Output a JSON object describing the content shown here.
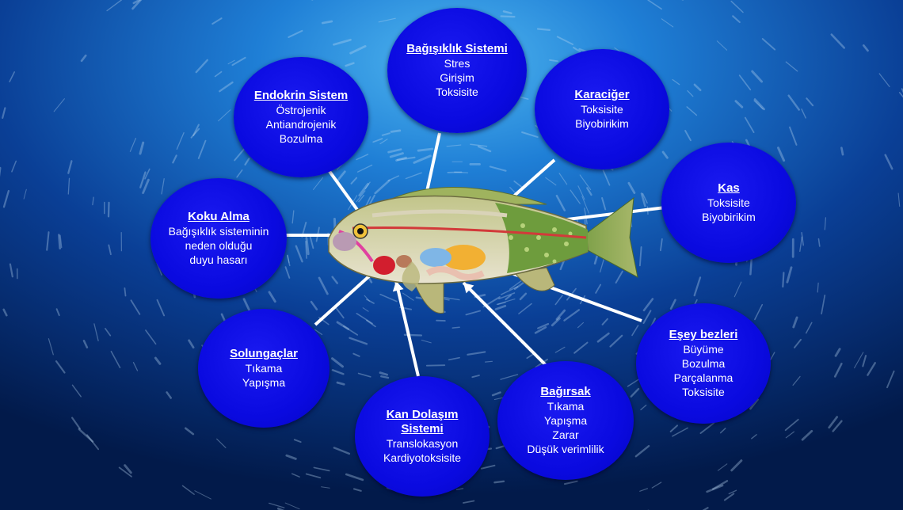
{
  "colors": {
    "ocean_dark": "#021a4a",
    "ocean_light": "#1f7fd6",
    "bubble": "#0a0ae0",
    "arrow": "#ffffff"
  },
  "bubbles": {
    "bagisiklik": {
      "title": "Bağışıklık Sistemi",
      "items": [
        "Stres",
        "Girişim",
        "Toksisite"
      ]
    },
    "endokrin": {
      "title": "Endokrin Sistem",
      "items": [
        "Östrojenik",
        "Antiandrojenik",
        "Bozulma"
      ]
    },
    "karaciger": {
      "title": "Karaciğer",
      "items": [
        "Toksisite",
        "Biyobirikim"
      ]
    },
    "kas": {
      "title": "Kas",
      "items": [
        "Toksisite",
        "Biyobirikim"
      ]
    },
    "koku": {
      "title": "Koku Alma",
      "items": [
        "Bağışıklık sisteminin",
        "neden olduğu",
        "duyu hasarı"
      ]
    },
    "esey": {
      "title": "Eşey bezleri",
      "items": [
        "Büyüme",
        "Bozulma",
        "Parçalanma",
        "Toksisite"
      ]
    },
    "solungac": {
      "title": "Solungaçlar",
      "items": [
        "Tıkama",
        "Yapışma"
      ]
    },
    "bagirsak": {
      "title": "Bağırsak",
      "items": [
        "Tıkama",
        "Yapışma",
        "Zarar",
        "Düşük verimlilik"
      ]
    },
    "kan": {
      "title": "Kan Dolaşım Sistemi",
      "items": [
        "Translokasyon",
        "Kardiyotoksisite"
      ]
    }
  }
}
